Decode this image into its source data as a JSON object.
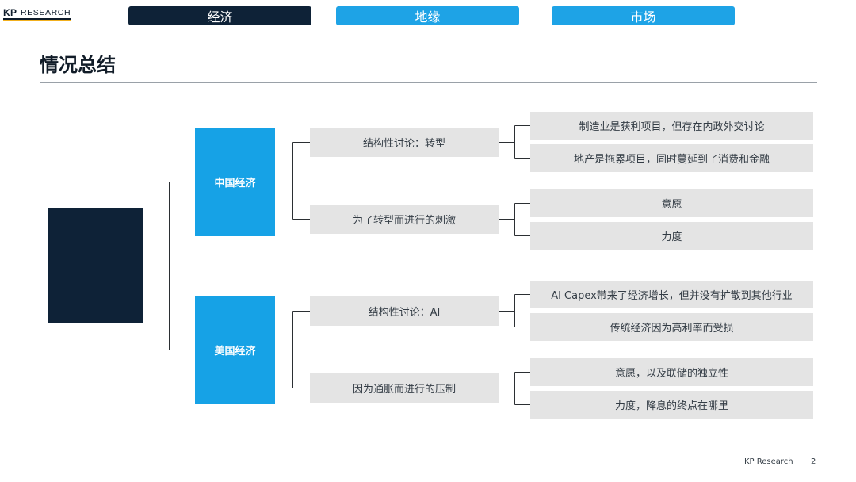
{
  "logo": {
    "kp": "KP",
    "research": "RESEARCH"
  },
  "tabs": [
    {
      "label": "经济",
      "state": "active"
    },
    {
      "label": "地缘",
      "state": "inactive"
    },
    {
      "label": "市场",
      "state": "inactive"
    }
  ],
  "page_title": "情况总结",
  "diagram": {
    "root": {
      "label": ""
    },
    "branches": [
      {
        "label": "中国经济",
        "topics": [
          {
            "label": "结构性讨论：转型",
            "leaves": [
              "制造业是获利项目，但存在内政外交讨论",
              "地产是拖累项目，同时蔓延到了消费和金融"
            ]
          },
          {
            "label": "为了转型而进行的刺激",
            "leaves": [
              "意愿",
              "力度"
            ]
          }
        ]
      },
      {
        "label": "美国经济",
        "topics": [
          {
            "label": "结构性讨论：AI",
            "leaves": [
              "AI Capex带来了经济增长，但并没有扩散到其他行业",
              "传统经济因为高利率而受损"
            ]
          },
          {
            "label": "因为通胀而进行的压制",
            "leaves": [
              "意愿，以及联储的独立性",
              "力度，降息的终点在哪里"
            ]
          }
        ]
      }
    ]
  },
  "footer": {
    "brand": "KP Research",
    "page_number": "2"
  },
  "colors": {
    "navy": "#0e2237",
    "blue": "#16a2e6",
    "tab_blue": "#1ea3e6",
    "box_gray": "#e4e4e4",
    "accent_gold": "#f2b01e"
  }
}
